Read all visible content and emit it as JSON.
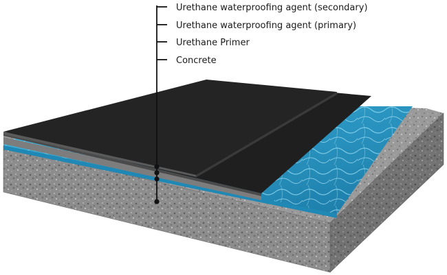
{
  "callouts": [
    {
      "label": "Urethane waterproofing agent (secondary)"
    },
    {
      "label": "Urethane waterproofing agent (primary)"
    },
    {
      "label": "Urethane Primer"
    },
    {
      "label": "Concrete"
    }
  ],
  "colors": {
    "concrete": "#8c8c8c",
    "water": "#2f9fc8",
    "membrane": "#1c1c1c",
    "leader": "#111111"
  }
}
